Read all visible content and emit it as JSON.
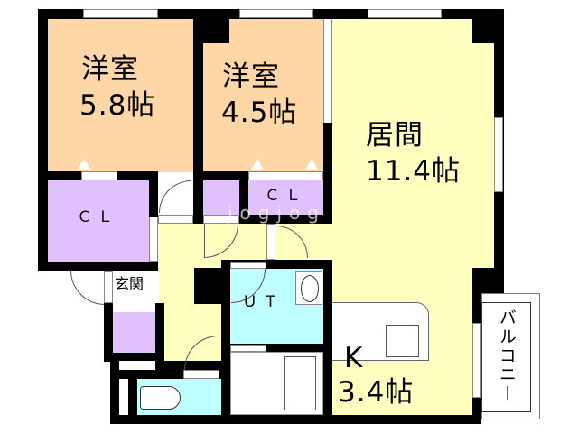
{
  "floor_plan": {
    "rooms": [
      {
        "id": "western-room-1",
        "name": "洋室",
        "size": "5.8帖",
        "color": "#FFD6A5"
      },
      {
        "id": "western-room-2",
        "name": "洋室",
        "size": "4.5帖",
        "color": "#FFD6A5"
      },
      {
        "id": "living",
        "name": "居間",
        "size": "11.4帖",
        "color": "#FFFFC0"
      },
      {
        "id": "kitchen",
        "name": "K",
        "size": "3.4帖",
        "color": "#FFFFC0"
      },
      {
        "id": "closet-1",
        "name": "ＣＬ",
        "color": "#E0C0FF"
      },
      {
        "id": "closet-2",
        "name": "ＣＬ",
        "color": "#E0C0FF"
      },
      {
        "id": "utility",
        "name": "ＵＴ",
        "color": "#C0FFFF"
      },
      {
        "id": "entrance",
        "name": "玄関"
      },
      {
        "id": "balcony",
        "name": "バルコニー"
      }
    ],
    "watermark": "jogjog",
    "colors": {
      "wall": "#000000",
      "western_room": "#FFD6A5",
      "living": "#FFFFC0",
      "closet": "#E0C0FF",
      "wet_area": "#C0FFFF"
    }
  }
}
